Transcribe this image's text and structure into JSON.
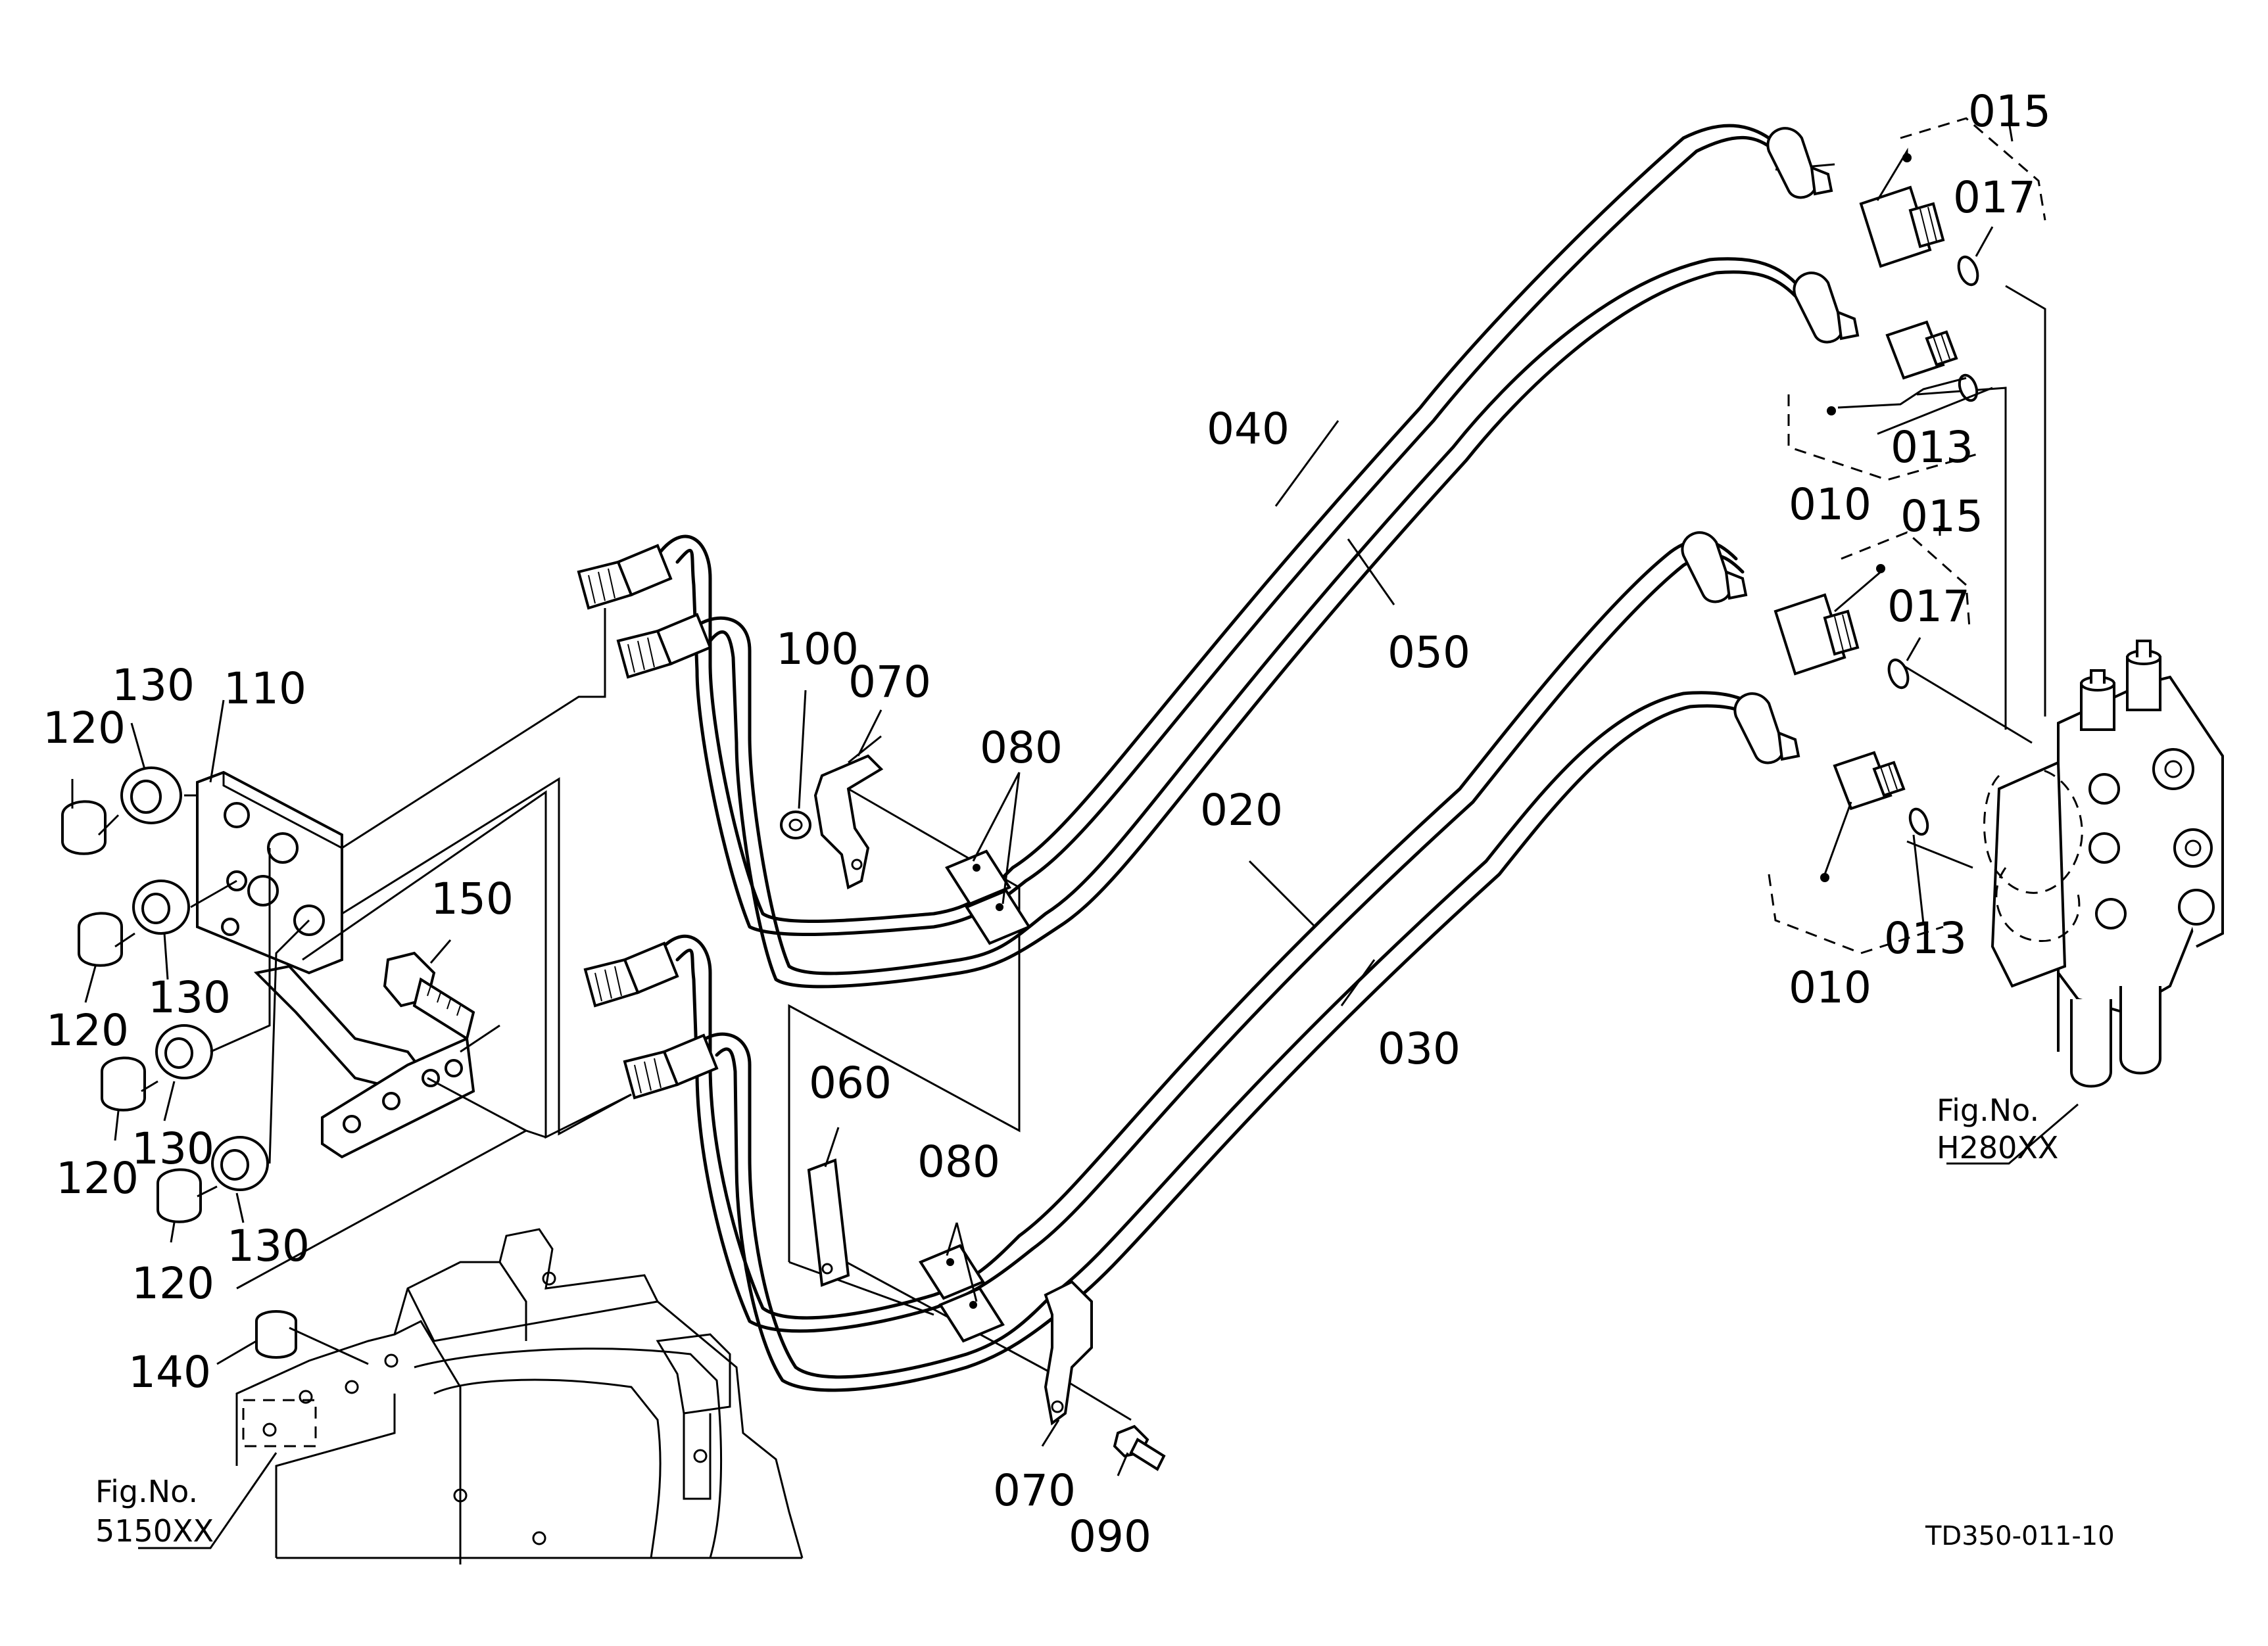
{
  "drawing_id": "TD350-011-10",
  "callouts": {
    "c010a": "010",
    "c010b": "010",
    "c013a": "013",
    "c013b": "013",
    "c015a": "015",
    "c015b": "015",
    "c017a": "017",
    "c017b": "017",
    "c020": "020",
    "c030": "030",
    "c040": "040",
    "c050": "050",
    "c060": "060",
    "c070a": "070",
    "c070b": "070",
    "c080a": "080",
    "c080b": "080",
    "c090": "090",
    "c100": "100",
    "c110": "110",
    "c120a": "120",
    "c120b": "120",
    "c120c": "120",
    "c120d": "120",
    "c130a": "130",
    "c130b": "130",
    "c130c": "130",
    "c130d": "130",
    "c140": "140",
    "c150": "150"
  },
  "figure_refs": {
    "engine": {
      "label": "Fig.No.",
      "number": "5150XX"
    },
    "valve": {
      "label": "Fig.No.",
      "number": "H280XX"
    }
  }
}
